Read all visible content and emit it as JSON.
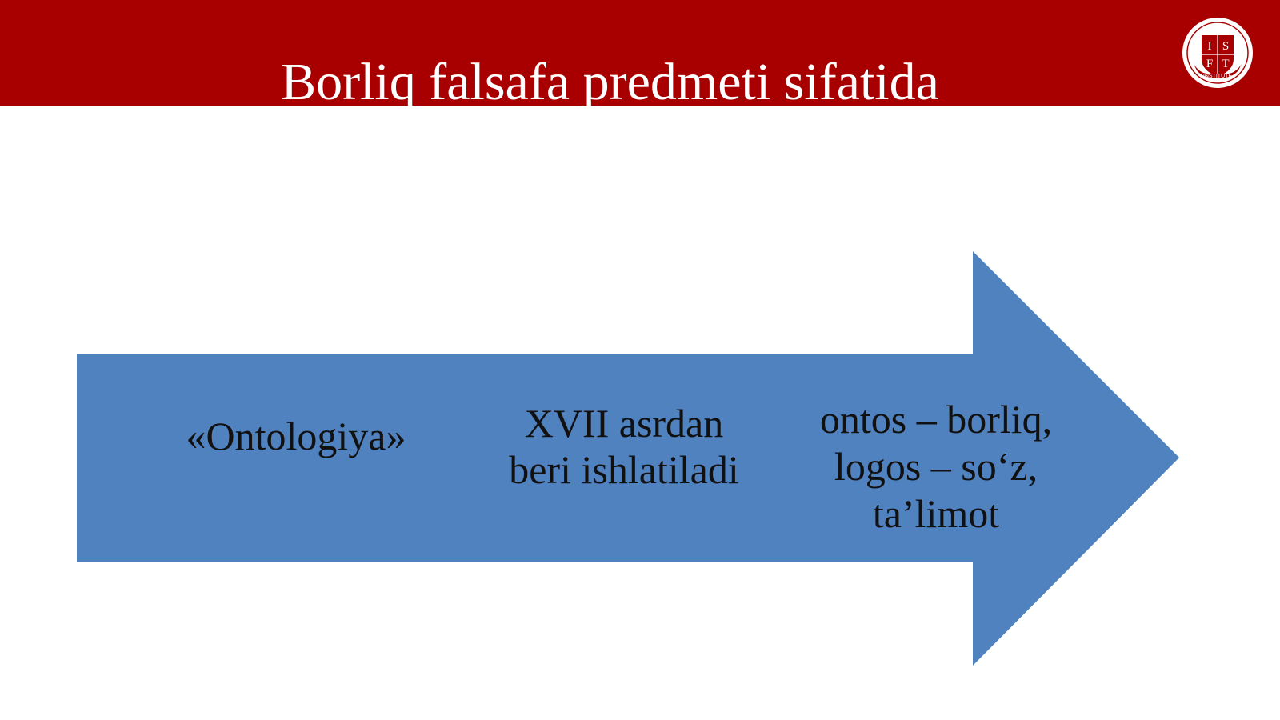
{
  "header": {
    "title": "Borliq falsafa predmeti sifatida",
    "bar_color": "#a80000",
    "logo": {
      "icon": "isft-institute-crest",
      "top_text": "ISFT",
      "bottom_text": "INSTITUTE"
    }
  },
  "arrow": {
    "color": "#5082c0",
    "sections": [
      {
        "lines": [
          "«Ontologiya»"
        ]
      },
      {
        "lines": [
          "XVII asrdan",
          "beri ishlatiladi"
        ]
      },
      {
        "lines": [
          "ontos – borliq,",
          "logos – so‘z,",
          "ta’limot"
        ]
      }
    ]
  }
}
